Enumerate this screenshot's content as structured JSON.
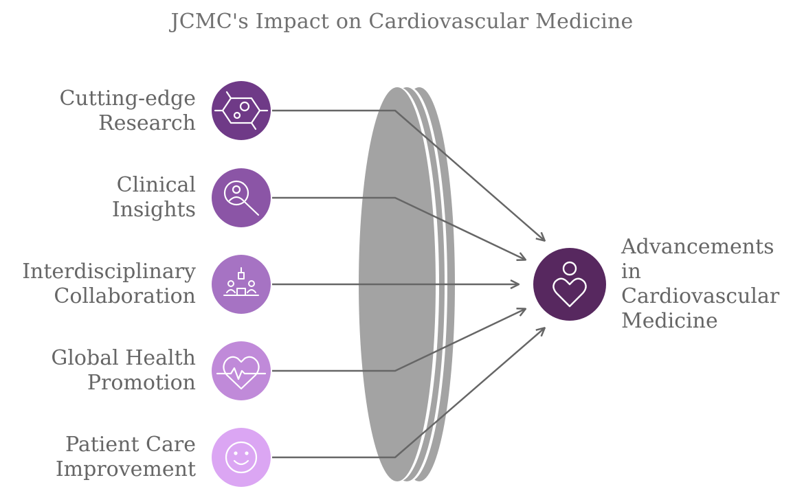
{
  "title": "JCMC's Impact on Cardiovascular Medicine",
  "inputs": [
    {
      "label": "Cutting-edge\nResearch",
      "icon": "molecule-icon",
      "color": "#6f3a87"
    },
    {
      "label": "Clinical\nInsights",
      "icon": "magnify-person-icon",
      "color": "#8b55a6"
    },
    {
      "label": "Interdisciplinary\nCollaboration",
      "icon": "team-meeting-icon",
      "color": "#a673c3"
    },
    {
      "label": "Global Health\nPromotion",
      "icon": "heartbeat-icon",
      "color": "#c08ad9"
    },
    {
      "label": "Patient Care\nImprovement",
      "icon": "smiley-icon",
      "color": "#dba6f3"
    }
  ],
  "target": {
    "label": "Advancements\nin\nCardiovascular\nMedicine",
    "icon": "heart-person-icon",
    "color": "#57285f"
  },
  "lens_color": "#a3a3a3",
  "connector_color": "#666666"
}
